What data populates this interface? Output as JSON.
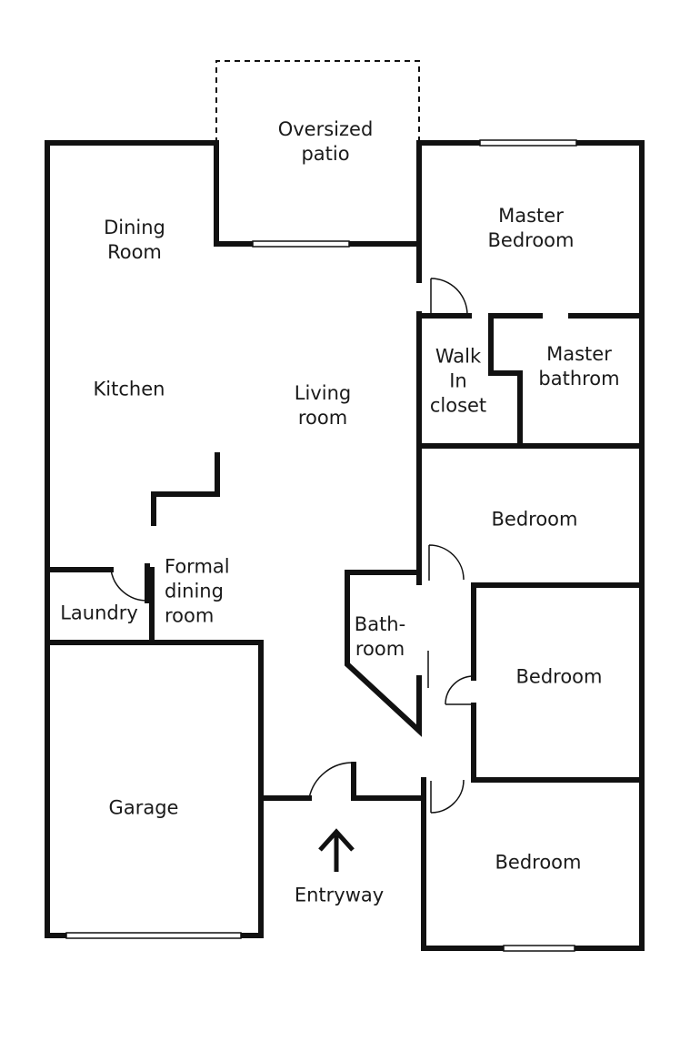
{
  "rooms": {
    "oversized_patio": [
      "Oversized",
      "patio"
    ],
    "dining_room": [
      "Dining",
      "Room"
    ],
    "kitchen": [
      "Kitchen"
    ],
    "living_room": [
      "Living",
      "room"
    ],
    "master_bedroom": [
      "Master",
      "Bedroom"
    ],
    "walk_in_closet": [
      "Walk",
      "In",
      "closet"
    ],
    "master_bathroom": [
      "Master",
      "bathrom"
    ],
    "bedroom_1": [
      "Bedroom"
    ],
    "bedroom_2": [
      "Bedroom"
    ],
    "bedroom_3": [
      "Bedroom"
    ],
    "bathroom": [
      "Bath-",
      "room"
    ],
    "laundry": [
      "Laundry"
    ],
    "formal_dining_room": [
      "Formal",
      "dining",
      "room"
    ],
    "garage": [
      "Garage"
    ],
    "entryway": [
      "Entryway"
    ]
  },
  "icons": {
    "entry_arrow": "arrow-up-icon"
  },
  "colors": {
    "wall": "#111111",
    "background": "#ffffff"
  }
}
